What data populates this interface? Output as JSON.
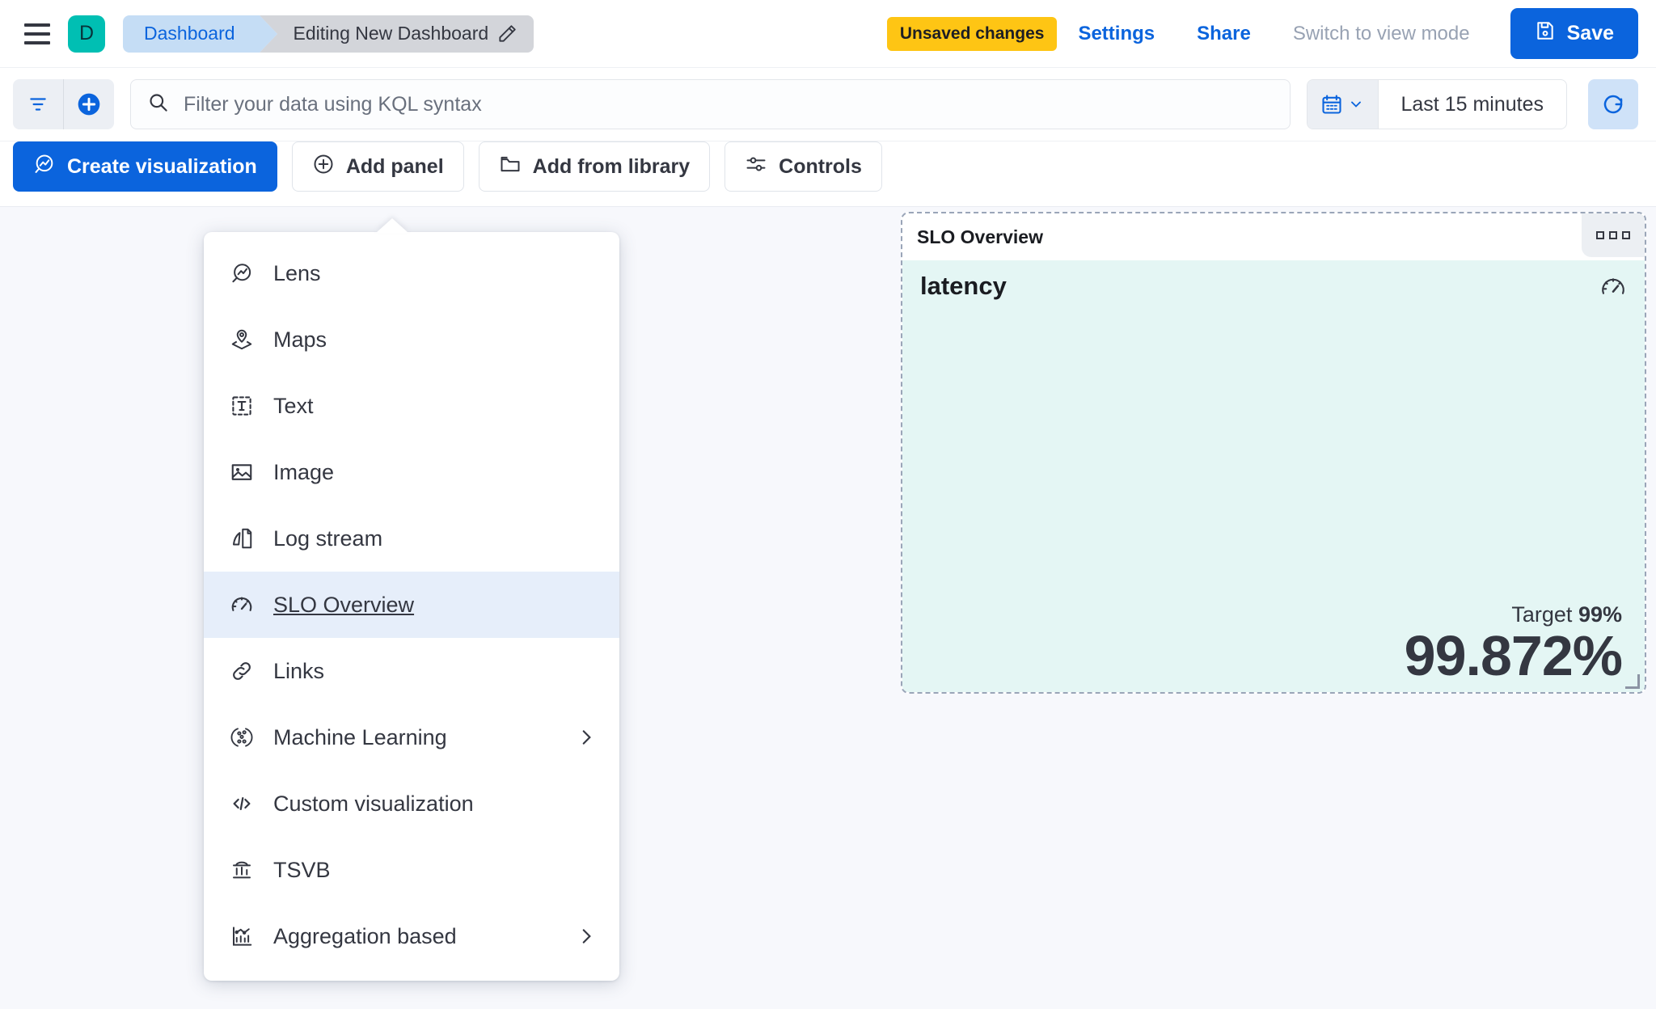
{
  "header": {
    "menu_icon": "hamburger-icon",
    "avatar_letter": "D",
    "avatar_color": "#00BFB3",
    "breadcrumbs": [
      {
        "label": "Dashboard",
        "active": false
      },
      {
        "label": "Editing New Dashboard",
        "active": true,
        "icon": "pencil-icon"
      }
    ],
    "unsaved_badge": "Unsaved changes",
    "settings_label": "Settings",
    "share_label": "Share",
    "view_mode_label": "Switch to view mode",
    "save_label": "Save",
    "accent_color": "#0b64dd",
    "warning_color": "#fec514"
  },
  "query_bar": {
    "filter_icon": "filter-icon",
    "add_filter_icon": "plus-circle-icon",
    "search_icon": "search-icon",
    "placeholder": "Filter your data using KQL syntax",
    "value": "",
    "date_icon": "calendar-icon",
    "date_chevron": "chevron-down-icon",
    "time_range": "Last 15 minutes",
    "refresh_icon": "refresh-icon"
  },
  "toolbar": {
    "buttons": [
      {
        "label": "Create visualization",
        "icon": "lens-icon",
        "primary": true
      },
      {
        "label": "Add panel",
        "icon": "plus-circle-icon",
        "primary": false
      },
      {
        "label": "Add from library",
        "icon": "folder-icon",
        "primary": false
      },
      {
        "label": "Controls",
        "icon": "controls-icon",
        "primary": false
      }
    ]
  },
  "add_panel_menu": {
    "items": [
      {
        "label": "Lens",
        "icon": "lens-icon",
        "selected": false,
        "submenu": false
      },
      {
        "label": "Maps",
        "icon": "map-marker-icon",
        "selected": false,
        "submenu": false
      },
      {
        "label": "Text",
        "icon": "text-box-icon",
        "selected": false,
        "submenu": false
      },
      {
        "label": "Image",
        "icon": "image-icon",
        "selected": false,
        "submenu": false
      },
      {
        "label": "Log stream",
        "icon": "log-stream-icon",
        "selected": false,
        "submenu": false
      },
      {
        "label": "SLO Overview",
        "icon": "gauge-icon",
        "selected": true,
        "submenu": false
      },
      {
        "label": "Links",
        "icon": "link-icon",
        "selected": false,
        "submenu": false
      },
      {
        "label": "Machine Learning",
        "icon": "machine-learning-icon",
        "selected": false,
        "submenu": true
      },
      {
        "label": "Custom visualization",
        "icon": "code-icon",
        "selected": false,
        "submenu": false
      },
      {
        "label": "TSVB",
        "icon": "tsvb-icon",
        "selected": false,
        "submenu": false
      },
      {
        "label": "Aggregation based",
        "icon": "aggregation-icon",
        "selected": false,
        "submenu": true
      }
    ]
  },
  "slo_panel": {
    "title": "SLO Overview",
    "context_menu_icon": "grid-dots-icon",
    "metric_name": "latency",
    "status_icon": "gauge-icon",
    "target_label": "Target",
    "target_value": "99%",
    "sli_value": "99.872%",
    "background_color": "#e4f6f4",
    "resize_handle_icon": "resize-handle-icon"
  }
}
